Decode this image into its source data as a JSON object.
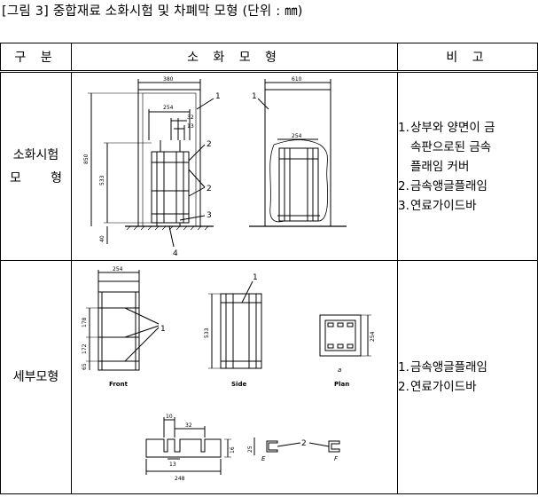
{
  "caption": "[그림 3] 중합재료 소화시험 및 차폐막 모형 (단위 : ㎜)",
  "table": {
    "headers": [
      "구 분",
      "소 화 모 형",
      "비 고"
    ],
    "rows": [
      {
        "label_line1": "소화시험",
        "label_line2a": "모",
        "label_line2b": "형",
        "notes": [
          {
            "num": "1.",
            "text": "상부와 양면이 금",
            "cont": [
              "속판으로된  금속",
              "플래임 커버"
            ]
          },
          {
            "num": "2.",
            "text": "금속앵글플래임",
            "cont": []
          },
          {
            "num": "3.",
            "text": "연료가이드바",
            "cont": []
          }
        ],
        "figure": {
          "dims": {
            "w380": "380",
            "w254": "254",
            "w32": "32",
            "w13": "13",
            "h850": "850",
            "h533": "533",
            "h40": "40",
            "w610": "610",
            "w254b": "254"
          },
          "callouts": {
            "c1": "1",
            "c2a": "2",
            "c2b": "2",
            "c3": "3",
            "c4": "4",
            "c1b": "1"
          }
        }
      },
      {
        "label": "세부모형",
        "notes": [
          {
            "num": "1.",
            "text": "금속앵글플래임"
          },
          {
            "num": "2.",
            "text": "연료가이드바"
          }
        ],
        "figure": {
          "dims": {
            "w254": "254",
            "h178": "178",
            "h172": "172",
            "h65": "65",
            "h533": "533",
            "h254": "254",
            "w10": "10",
            "w32": "32",
            "w13": "13",
            "w248": "248",
            "h16": "16",
            "h25": "25"
          },
          "views": {
            "front": "Front",
            "side": "Side",
            "plan": "Plan",
            "a": "a",
            "e": "E",
            "f": "F"
          },
          "callouts": {
            "c1": "1",
            "c1b": "1",
            "c2": "2"
          }
        }
      }
    ]
  }
}
